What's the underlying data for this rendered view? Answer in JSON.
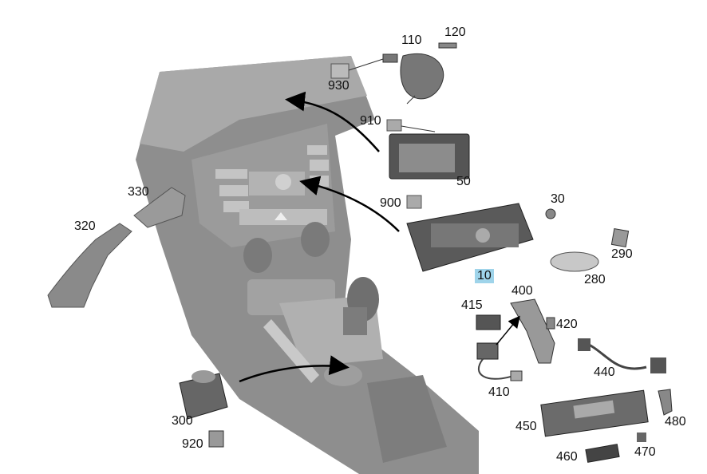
{
  "labels": {
    "p110": "110",
    "p120": "120",
    "p930": "930",
    "p910": "910",
    "p50": "50",
    "p330": "330",
    "p320": "320",
    "p900": "900",
    "p30": "30",
    "p290": "290",
    "p10": "10",
    "p280": "280",
    "p400": "400",
    "p415": "415",
    "p420": "420",
    "p410": "410",
    "p440": "440",
    "p300": "300",
    "p920": "920",
    "p450": "450",
    "p480": "480",
    "p460": "460",
    "p470": "470"
  },
  "highlighted_part": "10",
  "colors": {
    "highlight": "#9fd4ea",
    "console": "#8a8a8a",
    "console_light": "#b5b5b5",
    "console_dark": "#6e6e6e"
  }
}
